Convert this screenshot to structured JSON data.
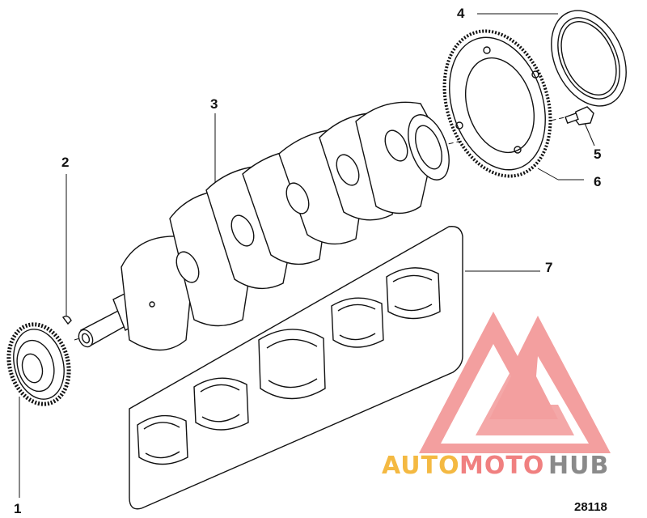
{
  "callouts": {
    "c1": "1",
    "c2": "2",
    "c3": "3",
    "c4": "4",
    "c5": "5",
    "c6": "6",
    "c7": "7"
  },
  "figure_number": "28118",
  "watermark": {
    "part1": "AUTO",
    "part2": "MOTO",
    "part3": "HUB",
    "colors": {
      "logo": "#f08080",
      "auto": "#f4b942",
      "moto": "#f08080",
      "hub": "#8a8a8a"
    }
  }
}
